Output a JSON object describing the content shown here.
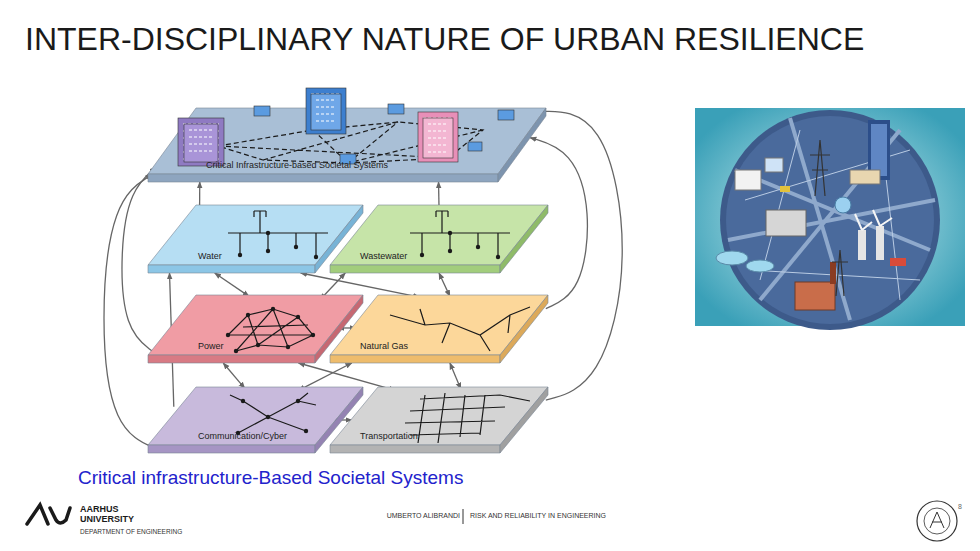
{
  "diagram": {
    "title": "INTER-DISCIPLINARY NATURE OF URBAN RESILIENCE",
    "caption": "Critical infrastructure-Based Societal Systems",
    "nodes": [
      {
        "text": [
          "Critical Infrastructure-based Societal Systems"
        ]
      },
      {
        "text": [
          "Water"
        ]
      },
      {
        "text": [
          "Wastewater"
        ]
      },
      {
        "text": [
          "Power"
        ]
      },
      {
        "text": [
          "Natural Gas"
        ]
      },
      {
        "text": [
          "Communication/Cyber"
        ]
      },
      {
        "text": [
          "Transportation"
        ]
      }
    ],
    "edges": [
      {
        "from": 1,
        "to": 0,
        "arrow": "to"
      },
      {
        "from": 2,
        "to": 0,
        "arrow": "to"
      },
      {
        "from": 1,
        "to": 3,
        "arrow": "both"
      },
      {
        "from": 1,
        "to": 4,
        "arrow": "both"
      },
      {
        "from": 2,
        "to": 3,
        "arrow": "both"
      },
      {
        "from": 2,
        "to": 4,
        "arrow": "both"
      },
      {
        "from": 3,
        "to": 4,
        "arrow": "both"
      },
      {
        "from": 3,
        "to": 5,
        "arrow": "both"
      },
      {
        "from": 3,
        "to": 6,
        "arrow": "both"
      },
      {
        "from": 4,
        "to": 5,
        "arrow": "both"
      },
      {
        "from": 4,
        "to": 6,
        "arrow": "both"
      },
      {
        "from": 5,
        "to": 6,
        "arrow": "both"
      },
      {
        "from": 5,
        "to": 1,
        "arrow": "to"
      },
      {
        "from": 5,
        "to": 0,
        "arrow": "to"
      },
      {
        "from": 3,
        "to": 0,
        "arrow": "to"
      },
      {
        "from": 6,
        "to": 0,
        "arrow": "to"
      },
      {
        "from": 4,
        "to": 0,
        "arrow": "to"
      }
    ],
    "labels": [
      "AARHUS UNIVERSITY",
      "DEPARTMENT OF ENGINEERING",
      "UMBERTO ALIBRANDI",
      "RISK AND RELIABILITY IN ENGINEERING",
      "8"
    ]
  }
}
